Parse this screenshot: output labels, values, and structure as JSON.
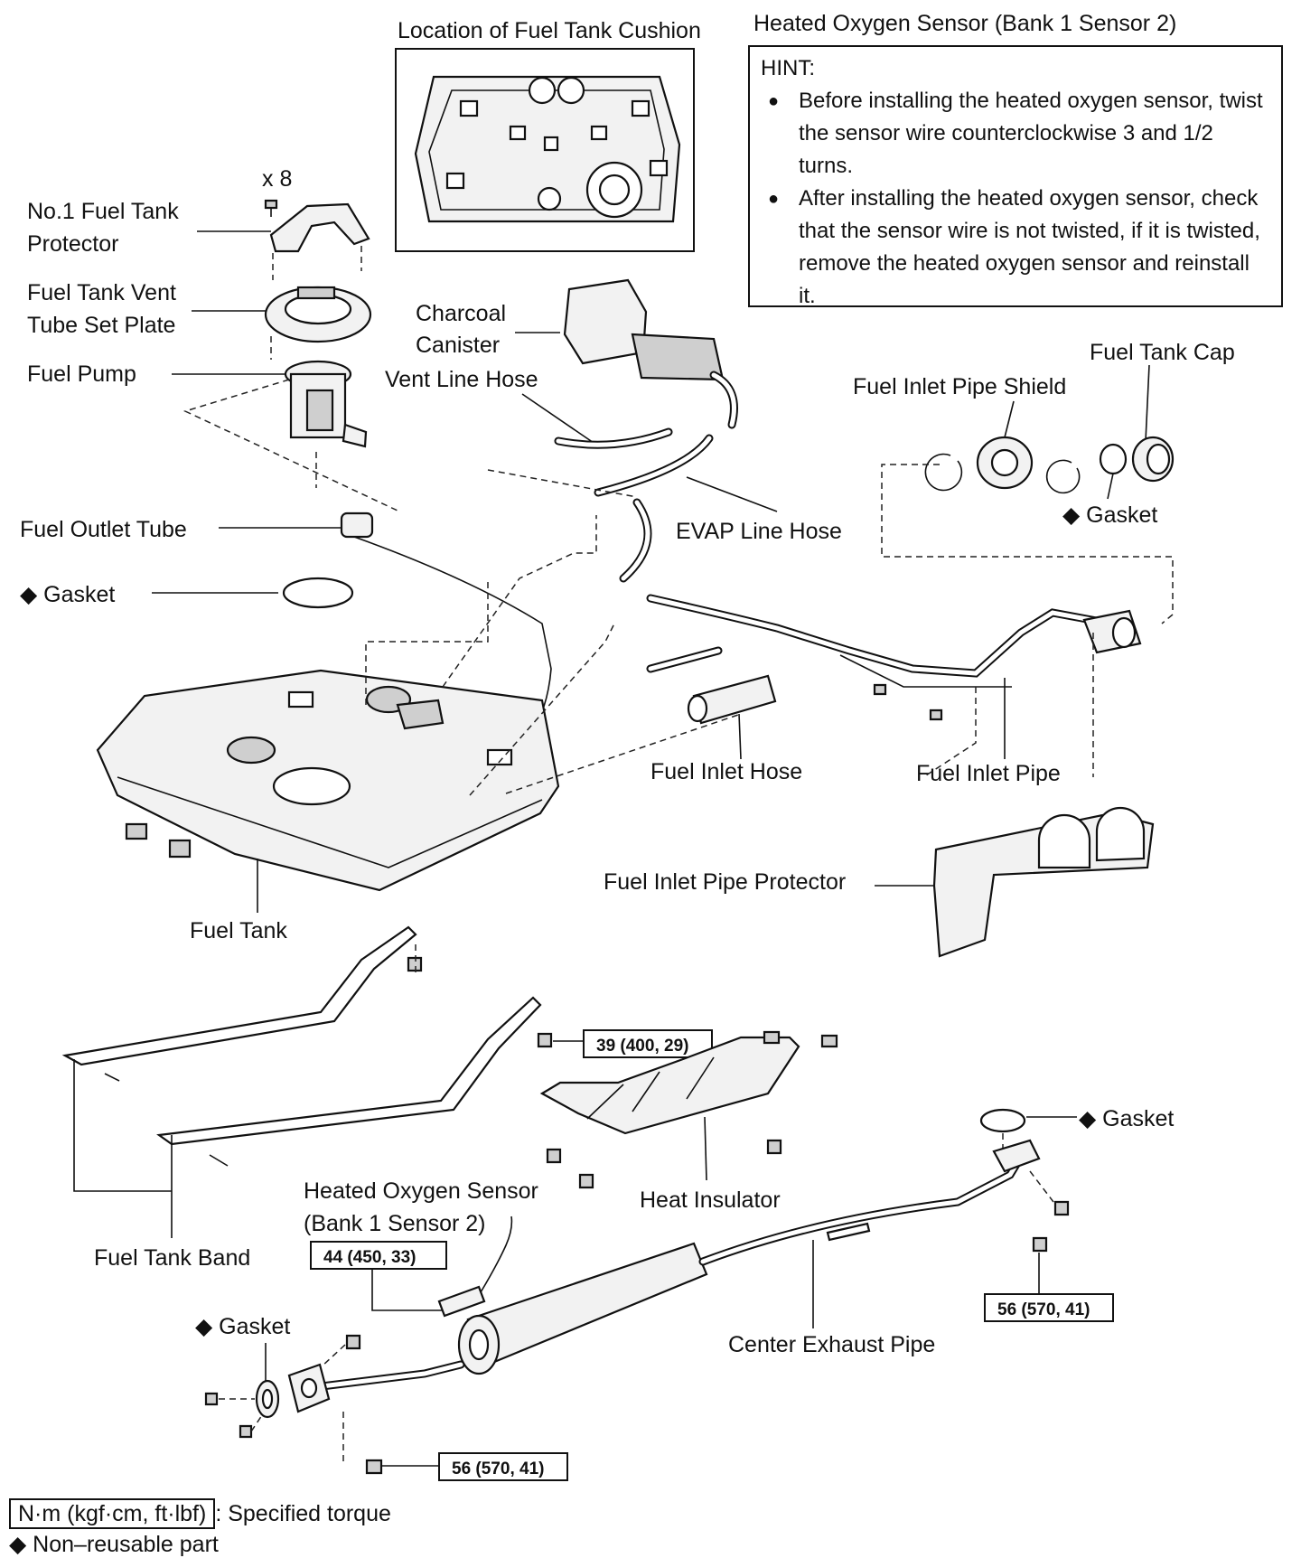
{
  "inset": {
    "title": "Location of Fuel Tank Cushion"
  },
  "hint_panel": {
    "title": "Heated Oxygen Sensor (Bank 1 Sensor 2)",
    "heading": "HINT:",
    "bullets": [
      "Before installing the heated oxygen sensor, twist the sensor wire counterclockwise 3 and 1/2 turns.",
      "After installing the heated oxygen sensor, check that the sensor wire is not twisted, if it is twisted, remove the heated oxygen sensor and reinstall it."
    ]
  },
  "labels": {
    "x8": "x 8",
    "protector_1": "No.1 Fuel Tank",
    "protector_2": "Protector",
    "vent_plate_1": "Fuel Tank Vent",
    "vent_plate_2": "Tube Set Plate",
    "fuel_pump": "Fuel Pump",
    "canister_1": "Charcoal",
    "canister_2": "Canister",
    "vent_line_hose": "Vent Line Hose",
    "fuel_tank_cap": "Fuel Tank Cap",
    "inlet_pipe_shield": "Fuel Inlet Pipe Shield",
    "gasket_cap": "Gasket",
    "fuel_outlet_tube": "Fuel Outlet Tube",
    "evap_line_hose": "EVAP Line Hose",
    "gasket_pump": "Gasket",
    "fuel_inlet_hose": "Fuel Inlet Hose",
    "fuel_inlet_pipe": "Fuel Inlet Pipe",
    "inlet_pipe_protector": "Fuel Inlet Pipe Protector",
    "fuel_tank": "Fuel Tank",
    "gasket_exhaust": "Gasket",
    "heat_insulator": "Heat Insulator",
    "o2_sensor_1": "Heated Oxygen Sensor",
    "o2_sensor_2": "(Bank 1 Sensor 2)",
    "fuel_tank_band": "Fuel Tank Band",
    "gasket_front": "Gasket",
    "center_exhaust_pipe": "Center Exhaust Pipe",
    "non_reusable_mark": "◆"
  },
  "torque_specs": {
    "insulator": "39 (400, 29)",
    "o2_sensor": "44 (450, 33)",
    "exhaust_rear": "56 (570, 41)",
    "exhaust_front": "56 (570, 41)"
  },
  "legend": {
    "unit_box": "N·m (kgf·cm, ft·lbf)",
    "unit_text": ": Specified torque",
    "nonreusable_text": "◆ Non–reusable part"
  }
}
